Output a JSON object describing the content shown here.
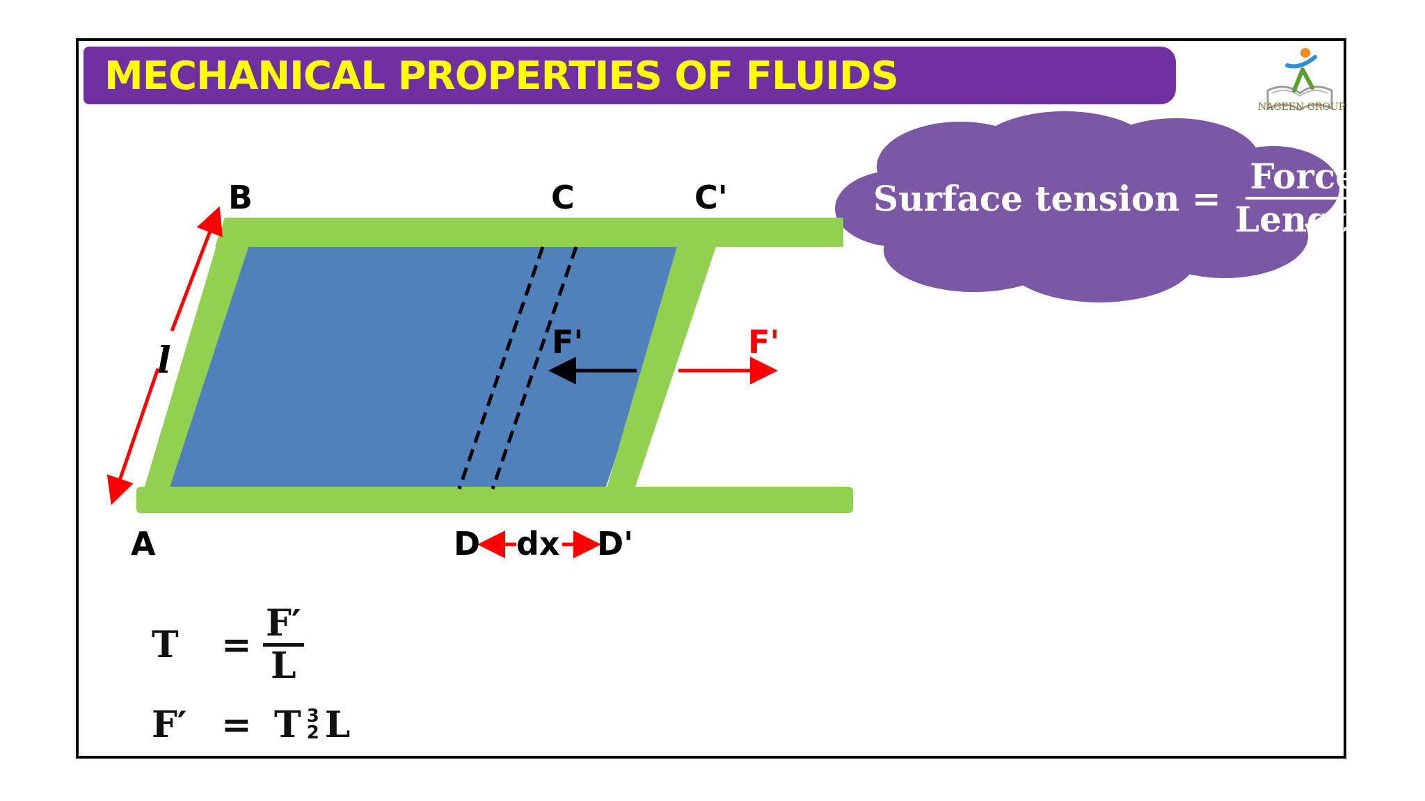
{
  "header": {
    "title": "MECHANICAL PROPERTIES OF FLUIDS",
    "logo_text": "NAGEEN GROUP"
  },
  "colors": {
    "banner": "#7030a0",
    "title_text": "#ffff00",
    "frame_wire": "#92d050",
    "film": "#4f81bd",
    "arrow_red": "#ff0000",
    "cloud": "#7b57a5"
  },
  "diagram": {
    "labels": {
      "A": "A",
      "B": "B",
      "C": "C",
      "C_prime": "C'",
      "D": "D",
      "D_prime": "D'",
      "dx": "dx",
      "length": "l",
      "force_inner": "F'",
      "force_outer": "F'"
    }
  },
  "cloud": {
    "lhs": "Surface tension =",
    "numerator": "Force",
    "denominator": "Length"
  },
  "equations": {
    "eq1": {
      "lhs": "T",
      "op": "=",
      "numerator": "F′",
      "denominator": "L"
    },
    "eq2": {
      "lhs": "F′",
      "op": "=",
      "rhs_a": "T",
      "sym_top": "3",
      "sym_bottom": "2",
      "rhs_b": "L"
    }
  }
}
